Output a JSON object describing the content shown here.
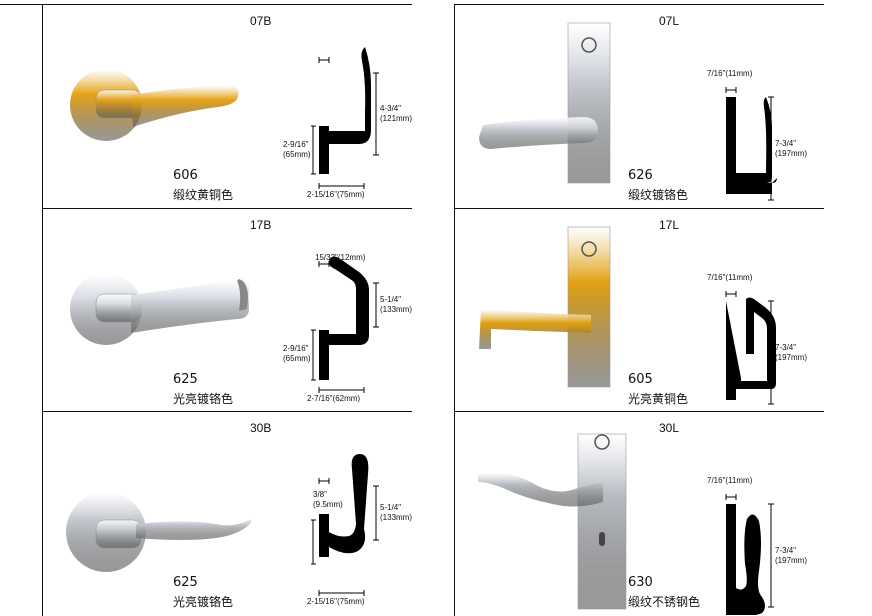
{
  "cells": [
    {
      "side": "left",
      "row": 0,
      "title": "07B",
      "code": "606",
      "name": "缎纹黄铜色",
      "finish": "#e6a318",
      "style": "rosette",
      "profile": "07",
      "dims": {
        "top": "",
        "height": [
          "4-3/4\"",
          "(121mm)"
        ],
        "back": [
          "2-9/16\"",
          "(65mm)"
        ],
        "width": "2-15/16\"(75mm)"
      }
    },
    {
      "side": "right",
      "row": 0,
      "title": "07L",
      "code": "626",
      "name": "缎纹镀铬色",
      "finish": "#c9cdd4",
      "style": "plate",
      "profile": "07L",
      "dims": {
        "top": "7/16\"(11mm)",
        "height": [
          "7-3/4\"",
          "(197mm)"
        ],
        "back": [
          "",
          ""
        ],
        "width": ""
      }
    },
    {
      "side": "left",
      "row": 1,
      "title": "17B",
      "code": "625",
      "name": "光亮镀铬色",
      "finish": "#d8dce4",
      "style": "rosette",
      "profile": "17",
      "dims": {
        "top": "15/32\"(12mm)",
        "height": [
          "5-1/4\"",
          "(133mm)"
        ],
        "back": [
          "2-9/16\"",
          "(65mm)"
        ],
        "width": "2-7/16\"(62mm)"
      }
    },
    {
      "side": "right",
      "row": 1,
      "title": "17L",
      "code": "605",
      "name": "光亮黄铜色",
      "finish": "#e0a010",
      "style": "plate",
      "profile": "17L",
      "dims": {
        "top": "7/16\"(11mm)",
        "height": [
          "7-3/4\"",
          "(197mm)"
        ],
        "back": [
          "",
          ""
        ],
        "width": ""
      }
    },
    {
      "side": "left",
      "row": 2,
      "title": "30B",
      "code": "625",
      "name": "光亮镀铬色",
      "finish": "#c4c8ce",
      "style": "rosette",
      "profile": "30",
      "dims": {
        "top": "3/8\"\n(9.5mm)",
        "height": [
          "5-1/4\"",
          "(133mm)"
        ],
        "back": [
          "",
          ""
        ],
        "width": "2-15/16\"(75mm)"
      }
    },
    {
      "side": "right",
      "row": 2,
      "title": "30L",
      "code": "630",
      "name": "缎纹不锈钢色",
      "finish": "#b8bcc2",
      "style": "plate",
      "profile": "30L",
      "dims": {
        "top": "7/16\"(11mm)",
        "height": [
          "7-3/4\"",
          "(197mm)"
        ],
        "back": [
          "",
          ""
        ],
        "width": ""
      }
    }
  ]
}
